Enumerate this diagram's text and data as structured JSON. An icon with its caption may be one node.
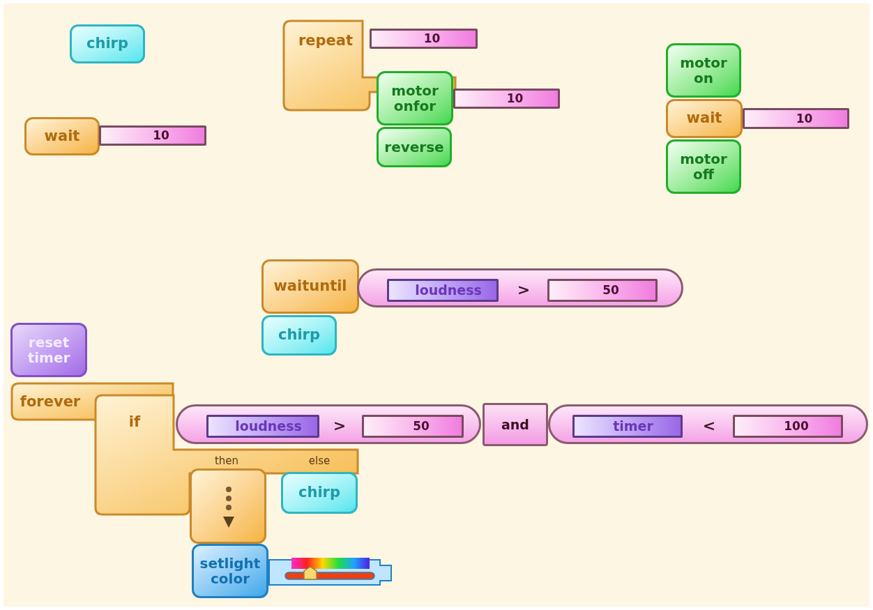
{
  "diagram": {
    "nodes": [
      {
        "text": [
          "chirp"
        ]
      },
      {
        "text": [
          "wait"
        ]
      },
      {
        "text": [
          "10"
        ]
      },
      {
        "text": [
          "repeat"
        ]
      },
      {
        "text": [
          "10"
        ]
      },
      {
        "text": [
          "motor onfor"
        ]
      },
      {
        "text": [
          "10"
        ]
      },
      {
        "text": [
          "reverse"
        ]
      },
      {
        "text": [
          "motor on"
        ]
      },
      {
        "text": [
          "wait"
        ]
      },
      {
        "text": [
          "10"
        ]
      },
      {
        "text": [
          "motor off"
        ]
      },
      {
        "text": [
          "waituntil"
        ]
      },
      {
        "text": [
          ">"
        ]
      },
      {
        "text": [
          "loudness"
        ],
        "in": 13
      },
      {
        "text": [
          "50"
        ],
        "in": 13
      },
      {
        "text": [
          "chirp"
        ]
      },
      {
        "text": [
          "reset timer"
        ]
      },
      {
        "text": [
          "forever"
        ]
      },
      {
        "text": [
          "if",
          "then",
          "else"
        ]
      },
      {
        "text": [
          ">"
        ]
      },
      {
        "text": [
          "loudness"
        ],
        "in": 20
      },
      {
        "text": [
          "50"
        ],
        "in": 20
      },
      {
        "text": [
          "and"
        ]
      },
      {
        "text": [
          "<"
        ]
      },
      {
        "text": [
          "timer"
        ],
        "in": 24
      },
      {
        "text": [
          "100"
        ],
        "in": 24
      },
      {
        "text": [
          "chirp"
        ]
      },
      {
        "text": [],
        "shape": "box"
      },
      {
        "text": [
          "setlight color"
        ]
      }
    ]
  }
}
